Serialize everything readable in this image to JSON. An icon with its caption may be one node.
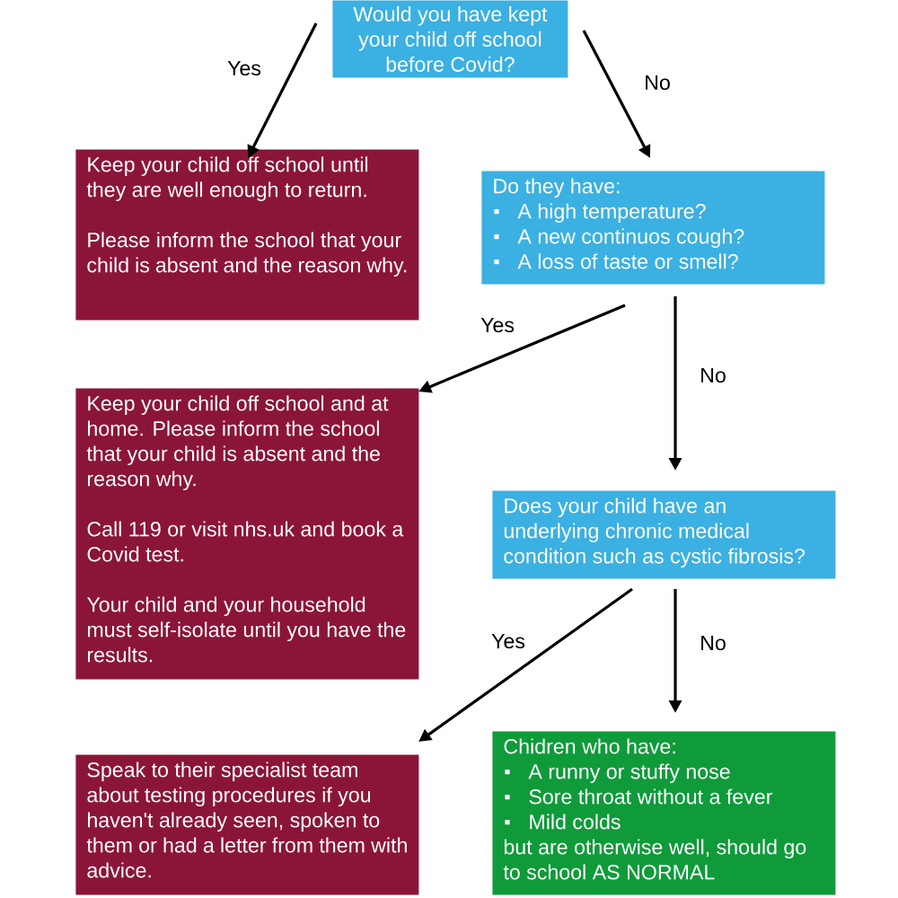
{
  "diagram": {
    "nodes": [
      {
        "text": [
          "Would you have kept your child off school before Covid?"
        ]
      },
      {
        "text": [
          "Keep your child off school until they are well enough to return.",
          "Please inform the school that your child is absent and the reason why."
        ]
      },
      {
        "text": [
          "Do they have:",
          "A high temperature?",
          "A new continuos cough?",
          "A loss of taste or smell?"
        ]
      },
      {
        "text": [
          "Keep your child off school and at home. Please inform the school that your child is absent and the reason why.",
          "Call 119 or visit nhs.uk and book a Covid test.",
          "Your child and your household must self-isolate until you have the results."
        ]
      },
      {
        "text": [
          "Does your child have an underlying chronic medical condition such as cystic fibrosis?"
        ]
      },
      {
        "text": [
          "Speak to their specialist team about testing procedures if you haven't already seen, spoken to them or had a letter from them with advice."
        ]
      },
      {
        "text": [
          "Chidren who have:",
          "A runny or stuffy nose",
          "Sore throat without a fever",
          "Mild colds",
          "but are otherwise well, should go to school AS NORMAL"
        ]
      }
    ],
    "edges": [
      {
        "from": 0,
        "to": 1,
        "arrow": "to",
        "label": "Yes"
      },
      {
        "from": 0,
        "to": 2,
        "arrow": "to",
        "label": "No"
      },
      {
        "from": 2,
        "to": 3,
        "arrow": "to",
        "label": "Yes"
      },
      {
        "from": 2,
        "to": 4,
        "arrow": "to",
        "label": "No"
      },
      {
        "from": 4,
        "to": 5,
        "arrow": "to",
        "label": "Yes"
      },
      {
        "from": 4,
        "to": 6,
        "arrow": "to",
        "label": "No"
      }
    ]
  }
}
